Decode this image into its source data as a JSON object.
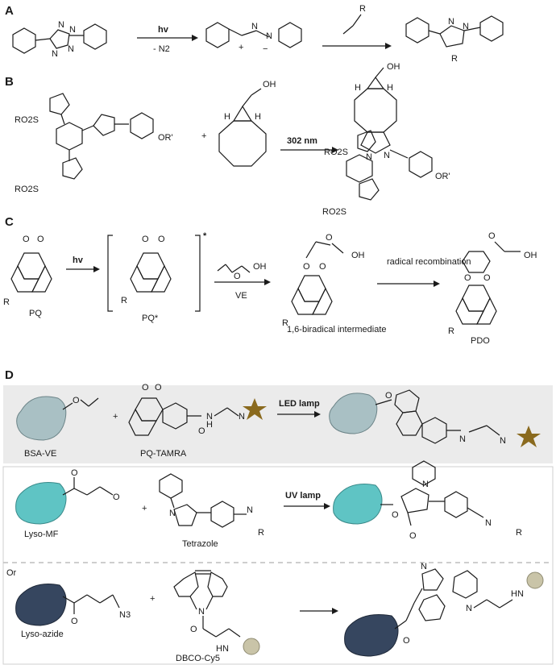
{
  "panels": {
    "a": {
      "label": "A",
      "step1_condition": "hv",
      "step1_byproduct": "- N2",
      "alkene_substituent": "R",
      "product_substituent": "R",
      "charges": [
        "+",
        "−"
      ],
      "ring_atoms": "N"
    },
    "b": {
      "label": "B",
      "substituent_top": "RO2S",
      "substituent_bottom": "RO2S",
      "ether": "OR'",
      "hydroxyl": "OH",
      "h_label": "H",
      "plus": "+",
      "condition": "302 nm",
      "product_substituent_top": "RO2S",
      "product_substituent_bottom": "RO2S",
      "product_ether": "OR'",
      "product_hydroxyl": "OH"
    },
    "c": {
      "label": "C",
      "condition1": "hv",
      "condition2": "VE",
      "condition3": "radical recombination",
      "star": "*",
      "hydroxyl": "OH",
      "oxygen": "O",
      "substituent": "R",
      "names": [
        "PQ",
        "PQ*",
        "1,6-biradical intermediate",
        "PDO"
      ]
    },
    "d": {
      "label": "D",
      "separator": "Or",
      "plus": "+",
      "rows": [
        {
          "substrate": "BSA-VE",
          "reagent": "PQ-TAMRA",
          "condition": "LED lamp",
          "atoms": [
            "O",
            "N",
            "H"
          ]
        },
        {
          "substrate": "Lyso-MF",
          "reagent": "Tetrazole",
          "condition": "UV lamp",
          "atoms": [
            "O",
            "N",
            "R"
          ]
        },
        {
          "substrate": "Lyso-azide",
          "reagent": "DBCO-Cy5",
          "condition": "",
          "atoms": [
            "N3",
            "HN",
            "O",
            "N"
          ]
        }
      ]
    }
  },
  "colors": {
    "bsa_protein": "#a9c0c4",
    "lyso_mf_protein": "#5fc4c4",
    "lyso_azide_protein": "#36465f",
    "tamra_star": "#8a6a1e",
    "cy5_ball": "#c9c4a8",
    "row1_background": "#ebebeb"
  }
}
